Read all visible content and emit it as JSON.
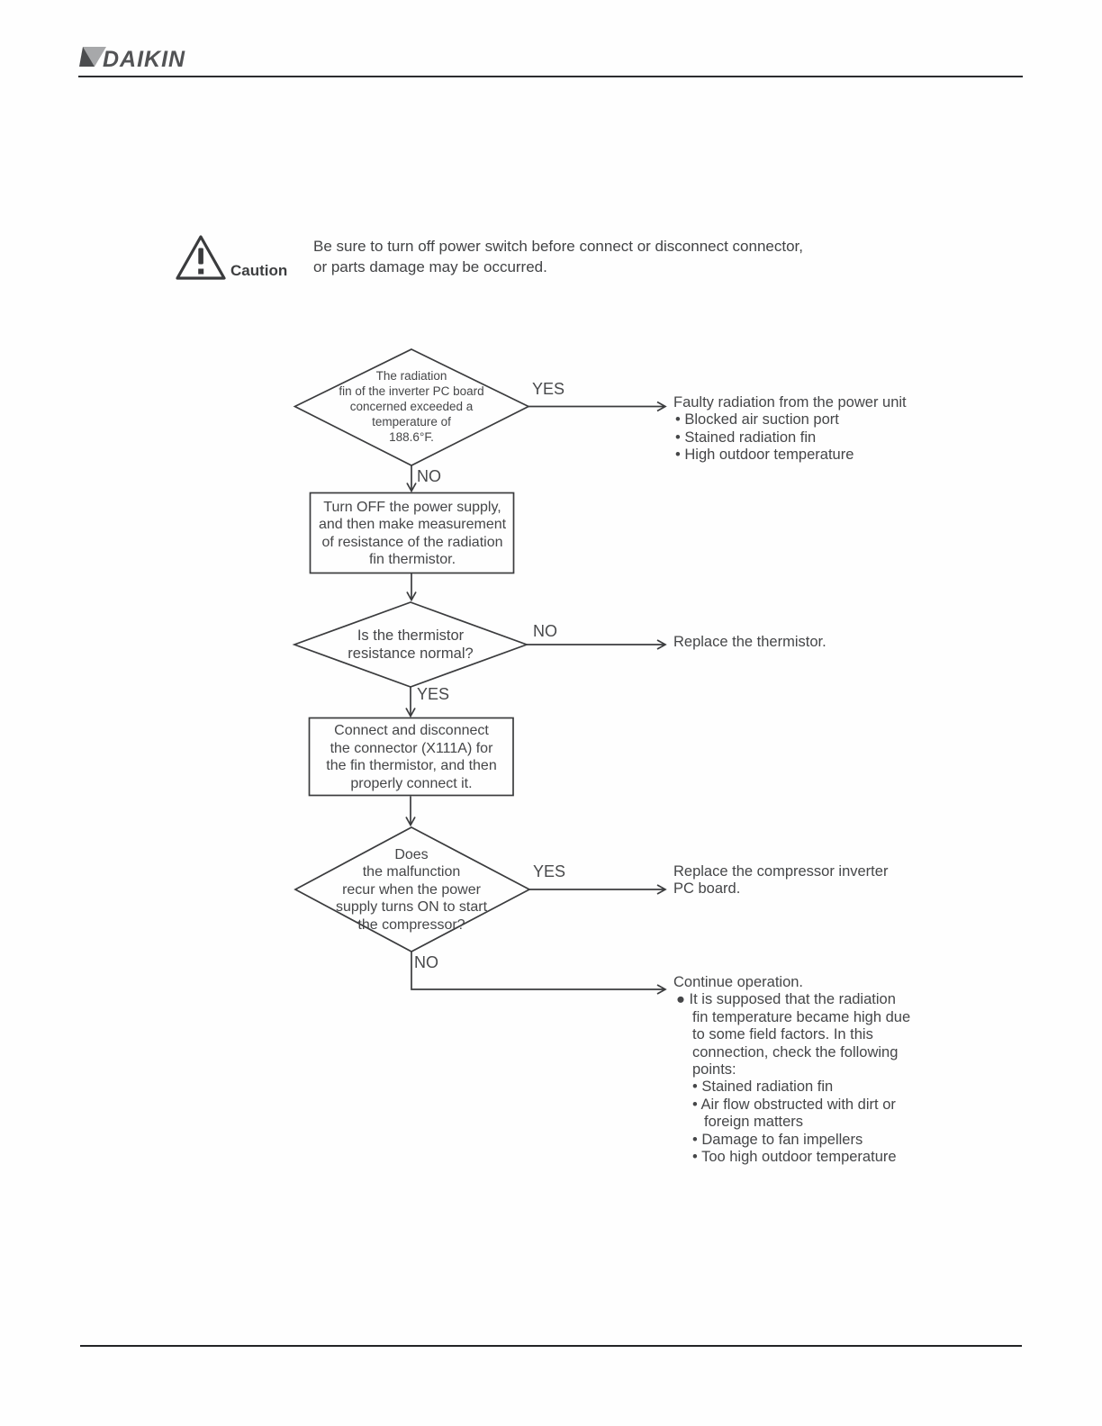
{
  "header": {
    "brand": "DAIKIN"
  },
  "caution": {
    "label": "Caution",
    "text": "Be sure to turn off power switch before connect or disconnect connector,\nor parts damage may be occurred."
  },
  "flowchart": {
    "colors": {
      "line": "#3b3c3e",
      "text": "#454648"
    },
    "nodes": {
      "decision1": "The radiation\nfin of the inverter PC board\nconcerned exceeded a\ntemperature of\n188.6°F.",
      "process1": "Turn OFF the power supply,\nand then make measurement\nof resistance of the radiation\nfin thermistor.",
      "decision2": "Is the thermistor\nresistance normal?",
      "process2": "Connect and disconnect\nthe connector (X111A) for\nthe fin thermistor, and then\nproperly connect it.",
      "decision3": "Does\nthe malfunction\nrecur when the power\nsupply turns ON to start\nthe compressor?"
    },
    "labels": {
      "yes1": "YES",
      "no1": "NO",
      "no2": "NO",
      "yes2": "YES",
      "yes3": "YES",
      "no3": "NO"
    },
    "outcomes": {
      "faulty_radiation": {
        "lines": [
          "Faulty radiation from the power unit",
          "• Blocked air suction port",
          "• Stained radiation fin",
          "• High outdoor temperature"
        ]
      },
      "replace_thermistor": {
        "text": "Replace the thermistor."
      },
      "replace_pc_board": {
        "lines": [
          "Replace the compressor inverter",
          "PC board."
        ]
      },
      "continue_operation": {
        "lines": [
          "Continue operation.",
          "● It is supposed that the radiation",
          "fin temperature became high due",
          "to some field factors. In this",
          "connection, check the following",
          "points:",
          "• Stained radiation fin",
          "• Air flow obstructed with dirt or",
          "foreign matters",
          "• Damage to fan impellers",
          "• Too high outdoor temperature"
        ]
      }
    }
  }
}
